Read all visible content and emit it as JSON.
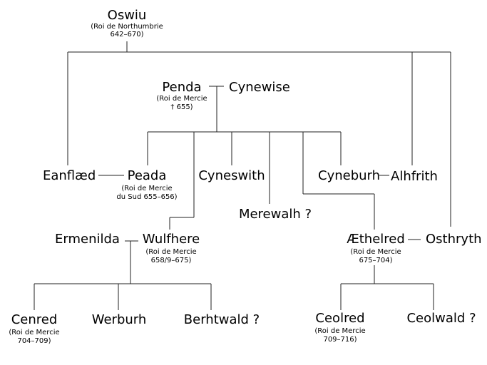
{
  "people": {
    "oswiu": {
      "name": "Oswiu",
      "title": "(Roi de Northumbrie",
      "years": "642–670)"
    },
    "penda": {
      "name": "Penda",
      "title": "(Roi de Mercie",
      "years": "† 655)"
    },
    "cynewise": {
      "name": "Cynewise"
    },
    "eanflaed": {
      "name": "Eanflæd"
    },
    "peada": {
      "name": "Peada",
      "title": "(Roi de Mercie",
      "years": "du Sud 655–656)"
    },
    "cyneswith": {
      "name": "Cyneswith"
    },
    "cyneburh": {
      "name": "Cyneburh"
    },
    "alhfrith": {
      "name": "Alhfrith"
    },
    "merewalh": {
      "name": "Merewalh ?"
    },
    "ermenilda": {
      "name": "Ermenilda"
    },
    "wulfhere": {
      "name": "Wulfhere",
      "title": "(Roi de Mercie",
      "years": "658/9–675)"
    },
    "aethelred": {
      "name": "Æthelred",
      "title": "(Roi de Mercie",
      "years": "675–704)"
    },
    "osthryth": {
      "name": "Osthryth"
    },
    "cenred": {
      "name": "Cenred",
      "title": "(Roi de Mercie",
      "years": "704–709)"
    },
    "werburh": {
      "name": "Werburh"
    },
    "berhtwald": {
      "name": "Berhtwald ?"
    },
    "ceolred": {
      "name": "Ceolred",
      "title": "(Roi de Mercie",
      "years": "709–716)"
    },
    "ceolwald": {
      "name": "Ceolwald ?"
    }
  }
}
